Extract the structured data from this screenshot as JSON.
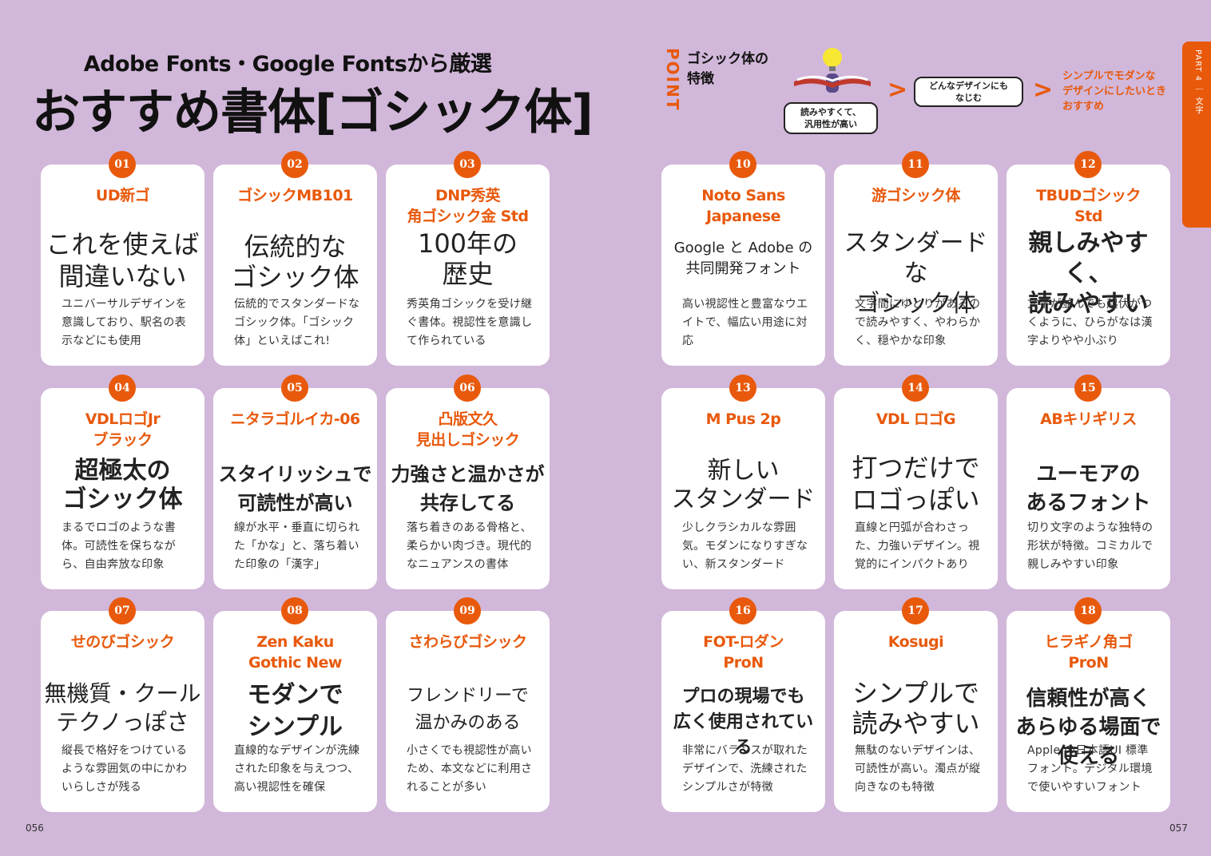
{
  "header": {
    "subtitle": "Adobe Fonts・Google Fontsから厳選",
    "title": "おすすめ書体[ゴシック体]"
  },
  "point": {
    "label": "POINT",
    "title": "ゴシック体の\n特徴",
    "feature1": "読みやすくて、\n汎用性が高い",
    "feature2": "どんなデザインにも\nなじむ",
    "result": "シンプルでモダンな\nデザインにしたいとき\nおすすめ"
  },
  "tab": {
    "label": "PART 4 ｜ 文字"
  },
  "colors": {
    "background": "#d1b7d9",
    "accent": "#e8590c",
    "card": "#ffffff"
  },
  "cards": [
    {
      "num": "01",
      "name": "UD新ゴ",
      "sample": "これを使えば\n間違いない",
      "desc": "ユニバーサルデザインを意識しており、駅名の表示などにも使用"
    },
    {
      "num": "02",
      "name": "ゴシックMB101",
      "sample": "伝統的な\nゴシック体",
      "desc": "伝統的でスタンダードなゴシック体。「ゴシック体」といえばこれ!"
    },
    {
      "num": "03",
      "name": "DNP秀英\n角ゴシック金 Std",
      "sample": "100年の\n歴史",
      "desc": "秀英角ゴシックを受け継ぐ書体。視認性を意識して作られている"
    },
    {
      "num": "04",
      "name": "VDLロゴJr\nブラック",
      "sample": "超極太の\nゴシック体",
      "desc": "まるでロゴのような書体。可読性を保ちながら、自由奔放な印象"
    },
    {
      "num": "05",
      "name": "ニタラゴルイカ-06",
      "sample": "スタイリッシュで\n可読性が高い",
      "desc": "線が水平・垂直に切られた「かな」と、落ち着いた印象の「漢字」"
    },
    {
      "num": "06",
      "name": "凸版文久\n見出しゴシック",
      "sample": "力強さと温かさが\n共存してる",
      "desc": "落ち着きのある骨格と、柔らかい肉づき。現代的なニュアンスの書体"
    },
    {
      "num": "07",
      "name": "せのびゴシック",
      "sample": "無機質・クール\nテクノっぽさ",
      "desc": "縦長で格好をつけているような雰囲気の中にかわいらしさが残る"
    },
    {
      "num": "08",
      "name": "Zen Kaku\nGothic New",
      "sample": "モダンで\nシンプル",
      "desc": "直線的なデザインが洗練された印象を与えつつ、高い視認性を確保"
    },
    {
      "num": "09",
      "name": "さわらびゴシック",
      "sample": "フレンドリーで\n温かみのある",
      "desc": "小さくでも視認性が高いため、本文などに利用されることが多い"
    },
    {
      "num": "10",
      "name": "Noto Sans\nJapanese",
      "sample": "Google と Adobe の\n共同開発フォント",
      "desc": "高い視認性と豊富なウエイトで、幅広い用途に対応"
    },
    {
      "num": "11",
      "name": "游ゴシック体",
      "sample": "スタンダードな\nゴシック体",
      "desc": "文字間にゆとりがあるので読みやすく、やわらかく、穏やかな印象"
    },
    {
      "num": "12",
      "name": "TBUDゴシック\nStd",
      "sample": "親しみやすく、\n読みやすい",
      "desc": "文字が並んでも起伏がつくように、ひらがなは漢字よりやや小ぶり"
    },
    {
      "num": "13",
      "name": "M Pus 2p",
      "sample": "新しい\nスタンダード",
      "desc": "少しクラシカルな雰囲気。モダンになりすぎない、新スタンダード"
    },
    {
      "num": "14",
      "name": "VDL ロゴG",
      "sample": "打つだけで\nロゴっぽい",
      "desc": "直線と円弧が合わさった、力強いデザイン。視覚的にインパクトあり"
    },
    {
      "num": "15",
      "name": "ABキリギリス",
      "sample": "ユーモアの\nあるフォント",
      "desc": "切り文字のような独特の形状が特徴。コミカルで親しみやすい印象"
    },
    {
      "num": "16",
      "name": "FOT-ロダン\nProN",
      "sample": "プロの現場でも\n広く使用されている",
      "desc": "非常にバランスが取れたデザインで、洗練されたシンプルさが特徴"
    },
    {
      "num": "17",
      "name": "Kosugi",
      "sample": "シンプルで\n読みやすい",
      "desc": "無駄のないデザインは、可読性が高い。濁点が縦向きなのも特徴"
    },
    {
      "num": "18",
      "name": "ヒラギノ角ゴ\nProN",
      "sample": "信頼性が高く\nあらゆる場面で使える",
      "desc": "Apple の日本語UI 標準フォント。デジタル環境で使いやすいフォント"
    }
  ],
  "pages": {
    "left": "056",
    "right": "057"
  }
}
